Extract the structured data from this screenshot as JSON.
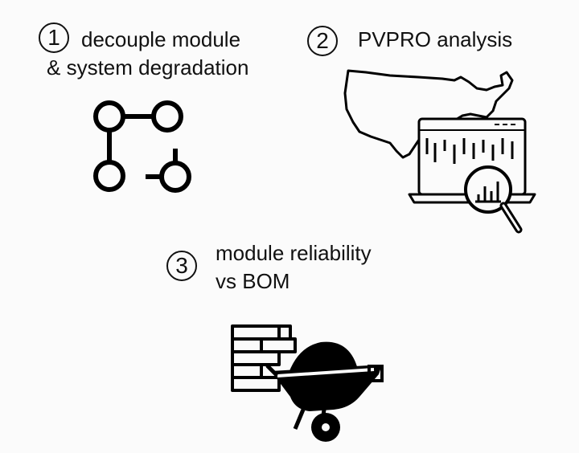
{
  "items": [
    {
      "number": "1",
      "line1": "decouple module",
      "line2": "& system degradation",
      "icon": "node-graph-icon"
    },
    {
      "number": "2",
      "line1": "PVPRO analysis",
      "line2": "",
      "icon": "us-map-laptop-analysis-icon"
    },
    {
      "number": "3",
      "line1": "module reliability",
      "line2": "vs BOM",
      "icon": "bricks-wheelbarrow-icon"
    }
  ]
}
